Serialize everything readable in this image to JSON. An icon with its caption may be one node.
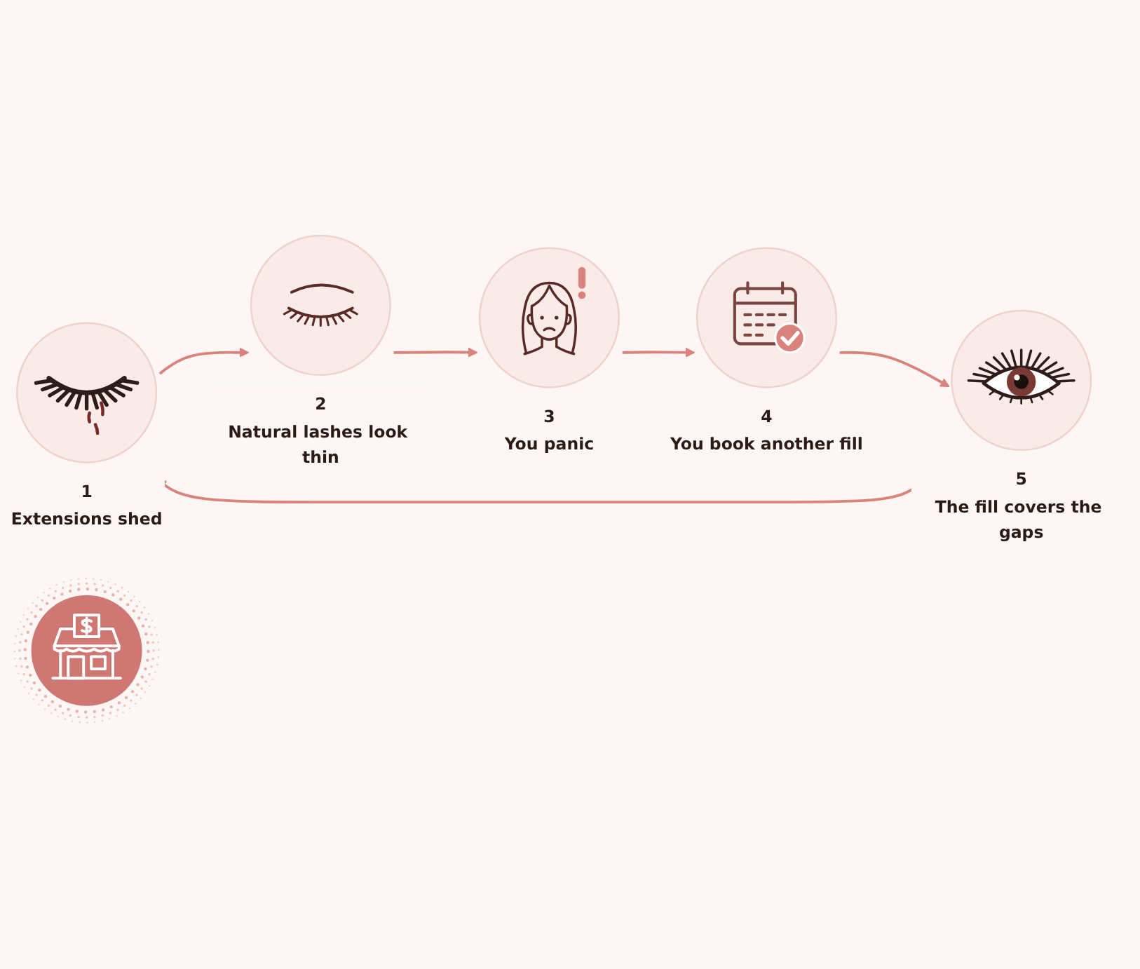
{
  "diagram": {
    "nodes": [
      {
        "text": [
          "1",
          "Extensions shed"
        ]
      },
      {
        "text": [
          "2",
          "Natural lashes look thin"
        ]
      },
      {
        "text": [
          "3",
          "You panic"
        ]
      },
      {
        "text": [
          "4",
          "You book another fill"
        ]
      },
      {
        "text": [
          "5",
          "The fill covers the gaps"
        ]
      },
      {
        "text": [],
        "shape": "picture"
      }
    ],
    "edges": [
      {
        "from": 0,
        "to": 1,
        "arrow": "to"
      },
      {
        "from": 1,
        "to": 2,
        "arrow": "to"
      },
      {
        "from": 2,
        "to": 3,
        "arrow": "to"
      },
      {
        "from": 3,
        "to": 4,
        "arrow": "to"
      },
      {
        "from": 4,
        "to": 0,
        "arrow": "to"
      }
    ]
  }
}
